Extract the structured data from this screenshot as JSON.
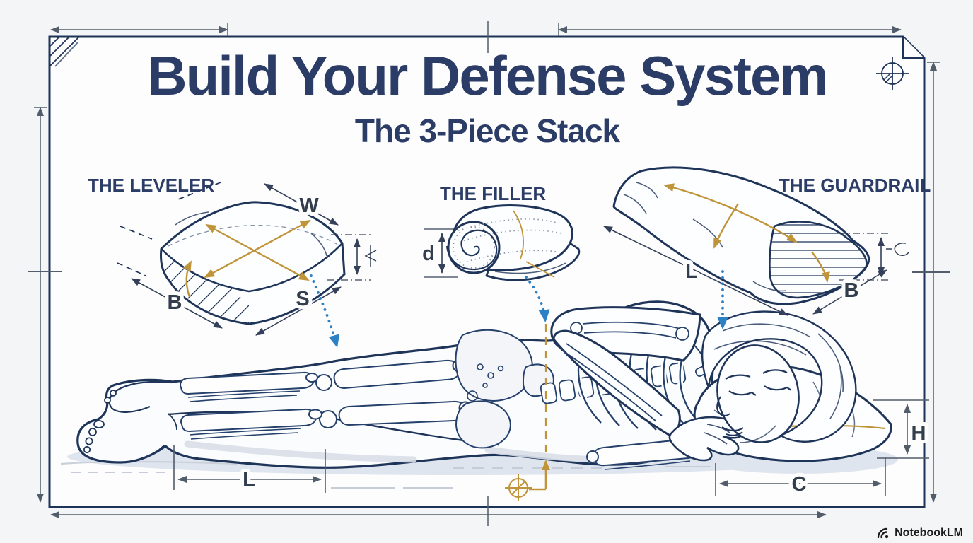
{
  "header": {
    "title": "Build Your Defense System",
    "subtitle": "The 3-Piece Stack"
  },
  "pieces": {
    "leveler": {
      "name": "THE LEVELER",
      "dim_width": "W",
      "dim_side": "S",
      "dim_base": "B"
    },
    "filler": {
      "name": "THE FILLER",
      "dim_depth": "d"
    },
    "guardrail": {
      "name": "THE GUARDRAIL",
      "dim_length": "L",
      "dim_base": "B"
    }
  },
  "figure": {
    "dim_leg_span": "L",
    "dim_pillow_height": "H",
    "dim_pillow_span": "C"
  },
  "footer": {
    "brand": "NotebookLM"
  },
  "colors": {
    "ink_navy": "#1d3357",
    "title_navy": "#2b3c66",
    "gold": "#c0953a",
    "arrow_blue": "#2e80c4",
    "paper": "#fdfdfe",
    "shadow_gray": "#dfe5ee",
    "dim_gray": "#525d6b"
  }
}
